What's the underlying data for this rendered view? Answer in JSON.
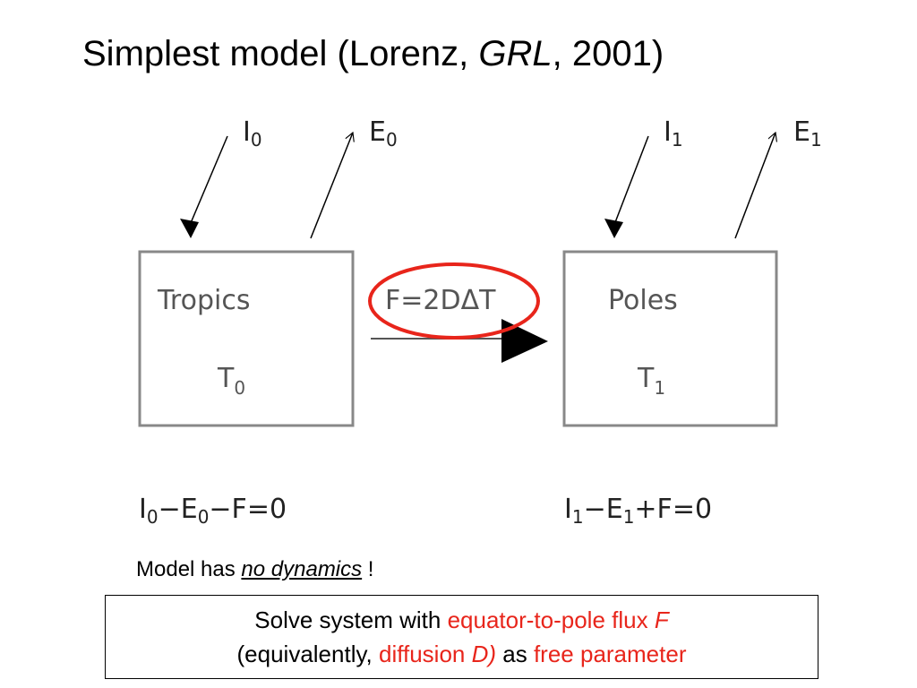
{
  "title": {
    "main": "Simplest model (Lorenz, ",
    "journal": "GRL",
    "tail": ", 2001)"
  },
  "diagram": {
    "box_left": {
      "name": "Tropics",
      "temp": "T",
      "temp_sub": "0"
    },
    "box_right": {
      "name": "Poles",
      "temp": "T",
      "temp_sub": "1"
    },
    "flux_label": "F=2DΔT",
    "left_in": {
      "label": "I",
      "sub": "0"
    },
    "left_out": {
      "label": "E",
      "sub": "0"
    },
    "right_in": {
      "label": "I",
      "sub": "1"
    },
    "right_out": {
      "label": "E",
      "sub": "1"
    },
    "eq_left": {
      "t1": "I",
      "s1": "0",
      "t2": "−E",
      "s2": "0",
      "t3": "−F=0"
    },
    "eq_right": {
      "t1": "I",
      "s1": "1",
      "t2": "−E",
      "s2": "1",
      "t3": "+F=0"
    },
    "colors": {
      "highlight": "#e8251b",
      "stroke": "#888888"
    }
  },
  "note": {
    "prefix": "Model has ",
    "emphasis": "no dynamics",
    "suffix": " !"
  },
  "callout": {
    "l1_a": "Solve system with ",
    "l1_b": "equator-to-pole flux ",
    "l1_c": "F",
    "l2_a": "(equivalently, ",
    "l2_b": "diffusion ",
    "l2_c": "D)",
    "l2_d": " as ",
    "l2_e": "free parameter"
  }
}
